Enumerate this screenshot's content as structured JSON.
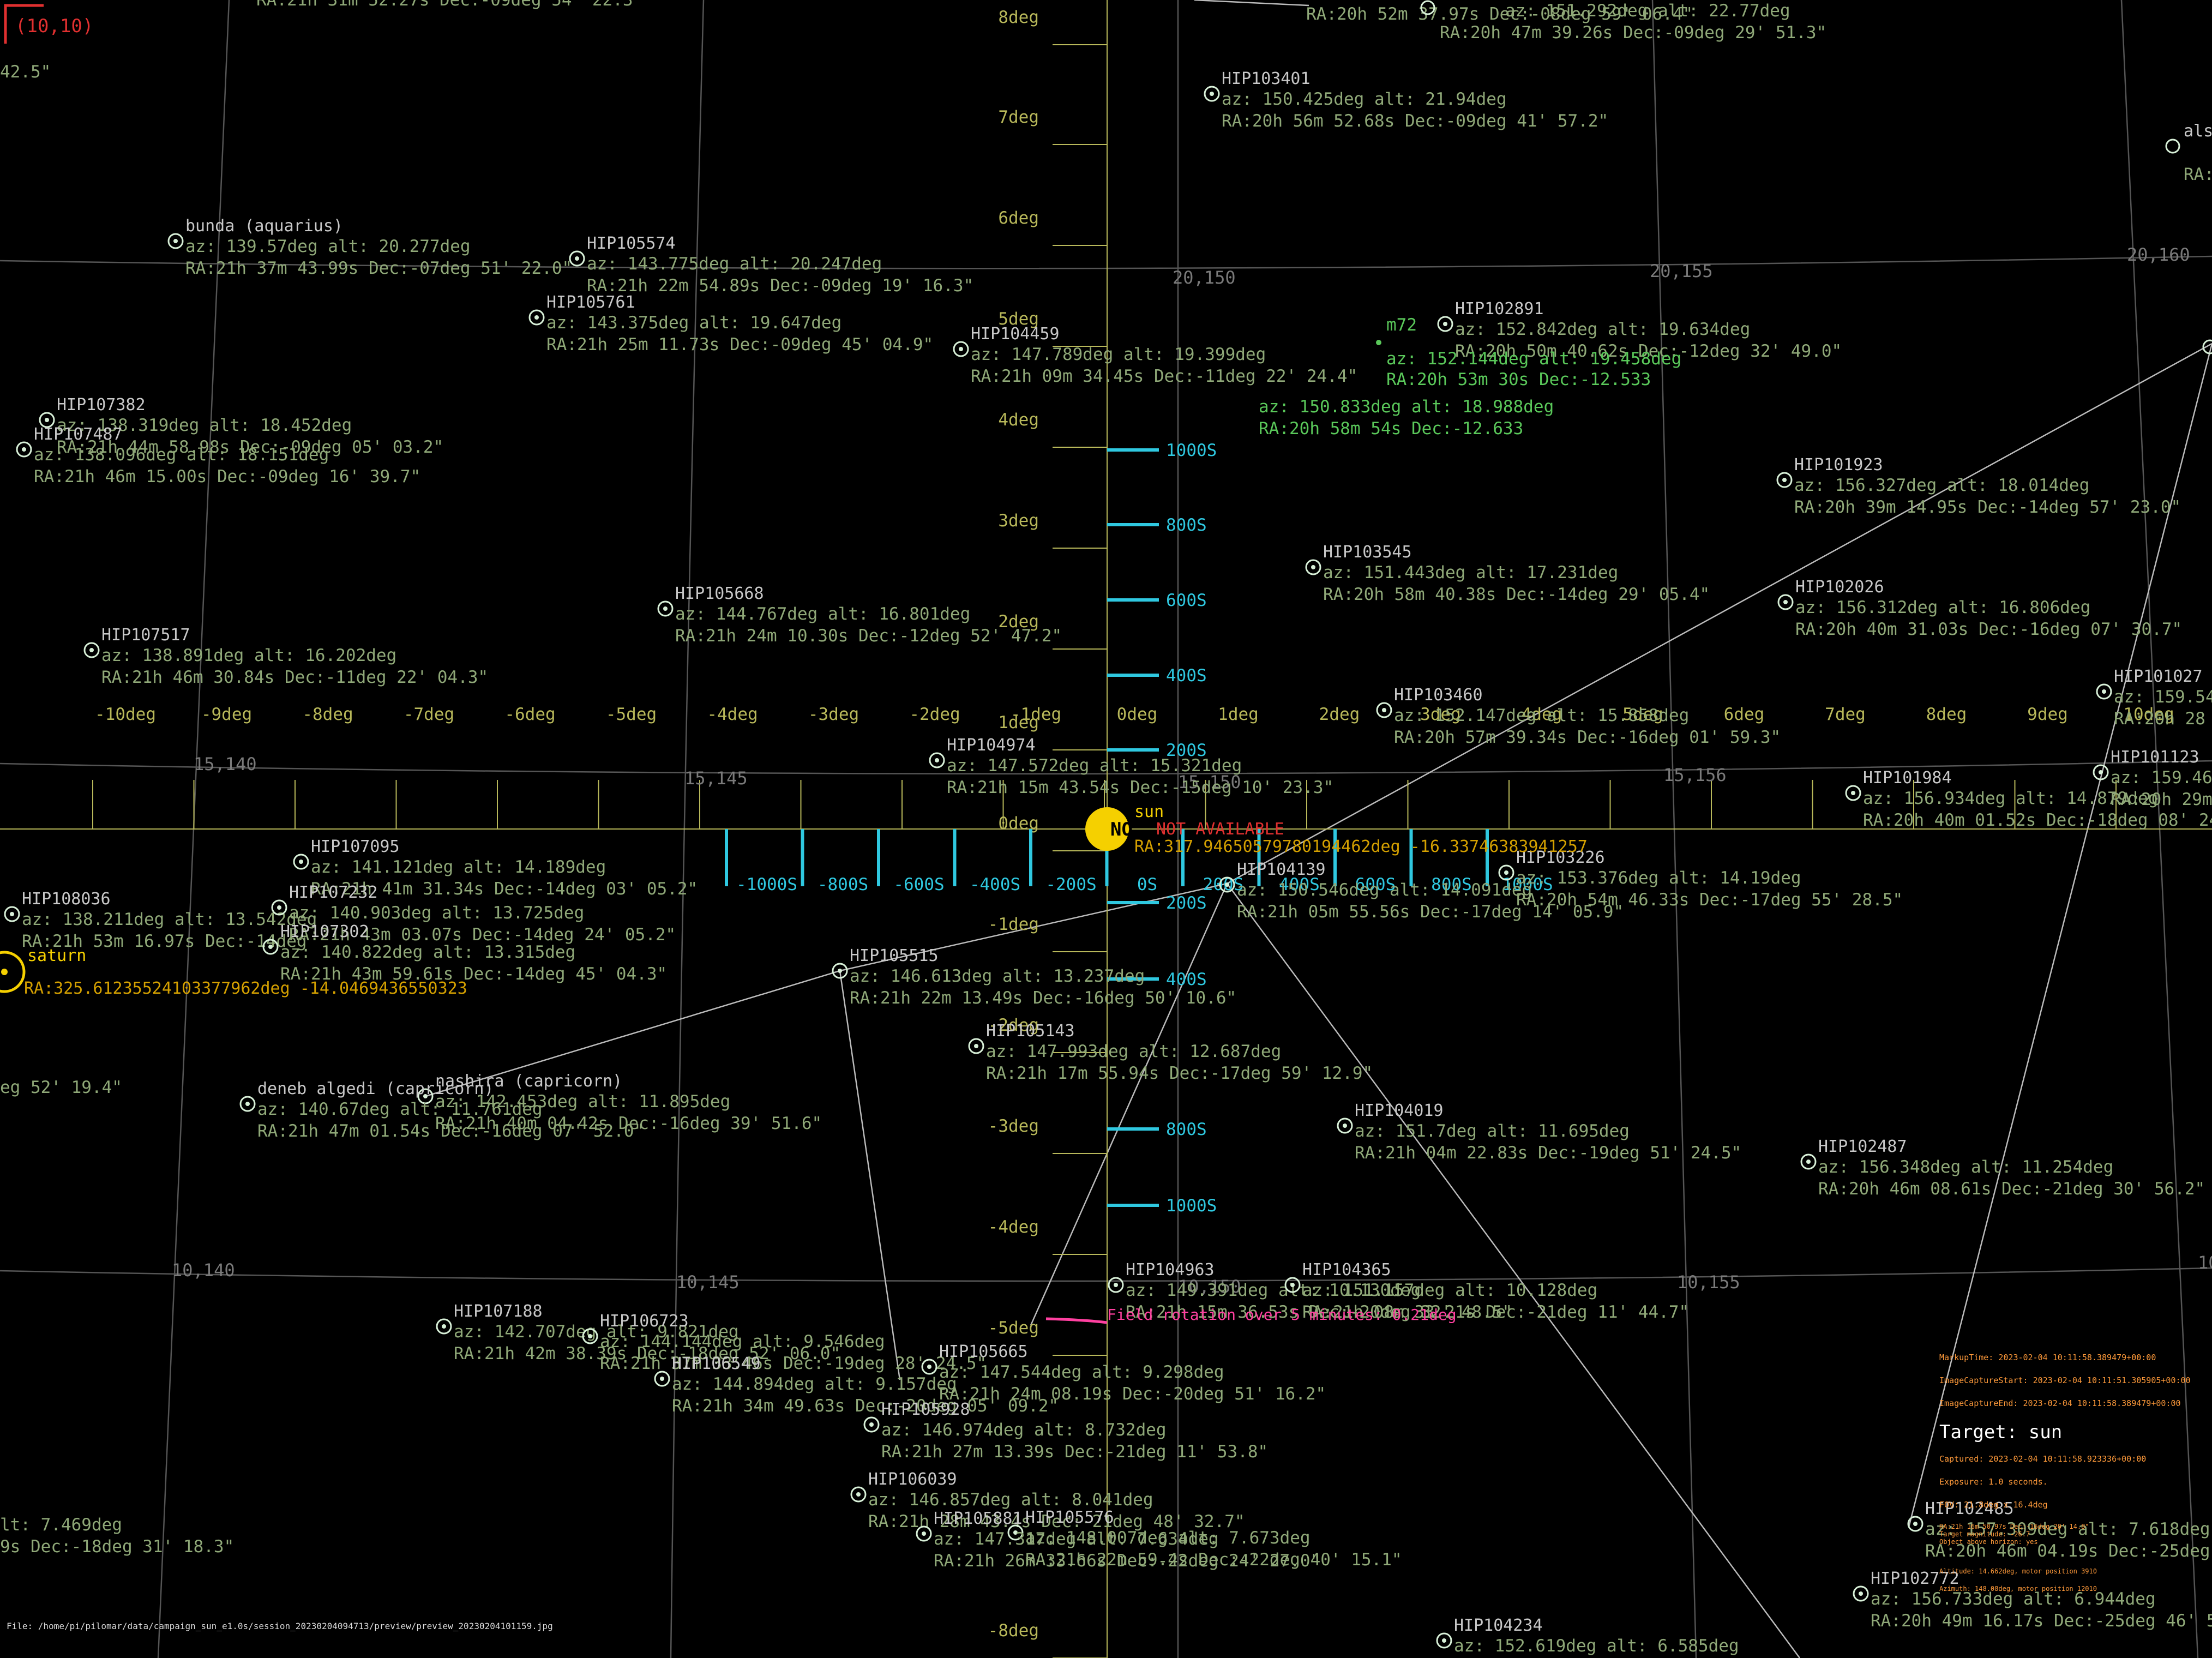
{
  "corner_label": "(10,10)",
  "edge_fragments": {
    "top_left_seconds": "42.5\"",
    "left_dec": "eg 52' 19.4\"",
    "left_alt": "lt: 7.469deg",
    "left_ra": "9s Dec:-18deg 31' 18.3\"",
    "top_right": "alsh",
    "top_right_ra": "RA:"
  },
  "grid_labels": [
    "20,150",
    "20,155",
    "20,160",
    "15,140",
    "15,145",
    "15,150",
    "15,156",
    "10,140",
    "10,145",
    "10,150",
    "10,155",
    "10,1"
  ],
  "horizontal_scale": [
    "-10deg",
    "-9deg",
    "-8deg",
    "-7deg",
    "-6deg",
    "-5deg",
    "-4deg",
    "-3deg",
    "-2deg",
    "-1deg",
    "0deg",
    "1deg",
    "2deg",
    "3deg",
    "4deg",
    "5deg",
    "6deg",
    "7deg",
    "8deg",
    "9deg",
    "10deg"
  ],
  "vertical_scale": [
    "8deg",
    "7deg",
    "6deg",
    "5deg",
    "4deg",
    "3deg",
    "2deg",
    "1deg",
    "0deg",
    "-1deg",
    "-2deg",
    "-3deg",
    "-4deg",
    "-5deg",
    "-8deg"
  ],
  "motor_steps_vertical": [
    "1000S",
    "800S",
    "600S",
    "400S",
    "200S",
    "200S",
    "400S",
    "800S",
    "1000S"
  ],
  "motor_steps_horizontal": [
    "-1000S",
    "-800S",
    "-600S",
    "-400S",
    "-200S",
    "0S",
    "200S",
    "400S",
    "600S",
    "800S",
    "1000S"
  ],
  "target_marker": {
    "name": "sun",
    "status": "NOT AVAILABLE",
    "coords_line": "RA:317.94650579780194462deg -16.33746383941257"
  },
  "saturn": {
    "name": "saturn",
    "coords_line": "RA:325.61235524103377962deg -14.0469436550323"
  },
  "field_rotation": "Field rotation over 5 minutes: 0.21deg",
  "objects": [
    {
      "name": "HIP103401",
      "az": "az: 150.425deg alt: 21.94deg",
      "ra": "RA:20h 56m 52.68s Dec:-09deg 41' 57.2\""
    },
    {
      "name": "bunda (aquarius)",
      "az": "az: 139.57deg alt: 20.277deg",
      "ra": "RA:21h 37m 43.99s Dec:-07deg 51' 22.0\""
    },
    {
      "name": "HIP105574",
      "az": "az: 143.775deg alt: 20.247deg",
      "ra": "RA:21h 22m 54.89s Dec:-09deg 19' 16.3\""
    },
    {
      "name": "HIP105761",
      "az": "az: 143.375deg alt: 19.647deg",
      "ra": "RA:21h 25m 11.73s Dec:-09deg 45' 04.9\""
    },
    {
      "name": "HIP104459",
      "az": "az: 147.789deg alt: 19.399deg",
      "ra": "RA:21h 09m 34.45s Dec:-11deg 22' 24.4\""
    },
    {
      "name": "HIP102891",
      "az": "az: 152.842deg alt: 19.634deg",
      "ra": "RA:20h 50m 40.62s Dec:-12deg 32' 49.0\""
    },
    {
      "name": "HIP107382",
      "az": "az: 138.319deg alt: 18.452deg",
      "ra": "RA:21h 44m 58.98s Dec:-09deg 05' 03.2\""
    },
    {
      "name": "HIP107487",
      "az": "az: 138.096deg alt: 18.151deg",
      "ra": "RA:21h 46m 15.00s Dec:-09deg 16' 39.7\""
    },
    {
      "name": "HIP101923",
      "az": "az: 156.327deg alt: 18.014deg",
      "ra": "RA:20h 39m 14.95s Dec:-14deg 57' 23.0\""
    },
    {
      "name": "HIP103545",
      "az": "az: 151.443deg alt: 17.231deg",
      "ra": "RA:20h 58m 40.38s Dec:-14deg 29' 05.4\""
    },
    {
      "name": "HIP105668",
      "az": "az: 144.767deg alt: 16.801deg",
      "ra": "RA:21h 24m 10.30s Dec:-12deg 52' 47.2\""
    },
    {
      "name": "HIP102026",
      "az": "az: 156.312deg alt: 16.806deg",
      "ra": "RA:20h 40m 31.03s Dec:-16deg 07' 30.7\""
    },
    {
      "name": "HIP107517",
      "az": "az: 138.891deg alt: 16.202deg",
      "ra": "RA:21h 46m 30.84s Dec:-11deg 22' 04.3\""
    },
    {
      "name": "HIP103460",
      "az": "az: 152.147deg alt: 15.858deg",
      "ra": "RA:20h 57m 39.34s Dec:-16deg 01' 59.3\""
    },
    {
      "name": "HIP104974",
      "az": "az: 147.572deg alt: 15.321deg",
      "ra": "RA:21h 15m 43.54s Dec:-15deg 10' 23.3\""
    },
    {
      "name": "HIP101984",
      "az": "az: 156.934deg alt: 14.879deg",
      "ra": "RA:20h 40m 01.52s Dec:-18deg 08' 24"
    },
    {
      "name": "HIP107095",
      "az": "az: 141.121deg alt: 14.189deg",
      "ra": "RA:21h 41m 31.34s Dec:-14deg 03' 05.2\""
    },
    {
      "name": "HIP104139",
      "az": "az: 150.546deg alt: 14.091deg",
      "ra": "RA:21h 05m 55.56s Dec:-17deg 14' 05.9\""
    },
    {
      "name": "HIP103226",
      "az": "az: 153.376deg alt: 14.19deg",
      "ra": "RA:20h 54m 46.33s Dec:-17deg 55' 28.5\""
    },
    {
      "name": "HIP108036",
      "az": "az: 138.211deg alt: 13.542deg",
      "ra": "RA:21h 53m 16.97s Dec:-14deg"
    },
    {
      "name": "HIP107232",
      "az": "az: 140.903deg alt: 13.725deg",
      "ra": "RA:21h 43m 03.07s Dec:-14deg 24' 05.2\""
    },
    {
      "name": "HIP107302",
      "az": "az: 140.822deg alt: 13.315deg",
      "ra": "RA:21h 43m 59.61s Dec:-14deg 45' 04.3\""
    },
    {
      "name": "HIP105515",
      "az": "az: 146.613deg alt: 13.237deg",
      "ra": "RA:21h 22m 13.49s Dec:-16deg 50' 10.6\""
    },
    {
      "name": "HIP105143",
      "az": "az: 147.993deg alt: 12.687deg",
      "ra": "RA:21h 17m 55.94s Dec:-17deg 59' 12.9\""
    },
    {
      "name": "nashira (capricorn)",
      "az": "az: 142.453deg alt: 11.895deg",
      "ra": "RA:21h 40m 04.42s Dec:-16deg 39' 51.6\""
    },
    {
      "name": "deneb algedi (capricorn)",
      "az": "az: 140.67deg alt: 11.761deg",
      "ra": "RA:21h 47m 01.54s Dec:-16deg 07' 52.0\""
    },
    {
      "name": "HIP104019",
      "az": "az: 151.7deg alt: 11.695deg",
      "ra": "RA:21h 04m 22.83s Dec:-19deg 51' 24.5\""
    },
    {
      "name": "HIP102487",
      "az": "az: 156.348deg alt: 11.254deg",
      "ra": "RA:20h 46m 08.61s Dec:-21deg 30' 56.2\""
    },
    {
      "name": "HIP104963",
      "az": "az: 149.391deg alt: 10.130deg",
      "ra": "RA:21h 15m 36.53s Dec:-20deg 32' 48.5\""
    },
    {
      "name": "HIP104365",
      "az": "az: 151.157deg alt: 10.128deg",
      "ra": "RA:21h 08m 33.21s Dec:-21deg 11' 44.7\""
    },
    {
      "name": "HIP107188",
      "az": "az: 142.707deg alt: 9.821deg",
      "ra": "RA:21h 42m 38.39s Dec:-18deg 52' 06.0\""
    },
    {
      "name": "HIP106723",
      "az": "az: 144.144deg alt: 9.546deg",
      "ra": "RA:21h 37m 33.46s Dec:-19deg 28' 24.5\""
    },
    {
      "name": "HIP105665",
      "az": "az: 147.544deg alt: 9.298deg",
      "ra": "RA:21h 24m 08.19s Dec:-20deg 51' 16.2\""
    },
    {
      "name": "HIP106549",
      "az": "az: 144.894deg alt: 9.157deg",
      "ra": "RA:21h 34m 49.63s Dec:-20deg 05' 09.2\""
    },
    {
      "name": "HIP105928",
      "az": "az: 146.974deg alt: 8.732deg",
      "ra": "RA:21h 27m 13.39s Dec:-21deg 11' 53.8\""
    },
    {
      "name": "HIP106039",
      "az": "az: 146.857deg alt: 8.041deg",
      "ra": "RA:21h 28m 43.4s Dec:-21deg 48' 32.7\""
    },
    {
      "name": "HIP105576",
      "az": "az: 148.007deg alt: 7.673deg",
      "ra": "RA:21h 22m 59.4s Dec:-22deg 40' 15.1\""
    },
    {
      "name": "HIP105881",
      "az": "az: 147.317deg alt: 7.634deg",
      "ra": "RA:21h 26m 33.66s Dec:-22deg 24' 27.0\""
    },
    {
      "name": "HIP102485",
      "az": "az: 157.309deg alt: 7.618deg",
      "ra": "RA:20h 46m 04.19s Dec:-25deg"
    },
    {
      "name": "HIP102772",
      "az": "az: 156.733deg alt: 6.944deg",
      "ra": "RA:20h 49m 16.17s Dec:-25deg 46' 5"
    },
    {
      "name": "HIP104234",
      "az": "az: 152.619deg alt: 6.585deg",
      "ra": ""
    },
    {
      "name": "HIP101027",
      "az": "az: 159.54",
      "ra": "RA:20h 28"
    },
    {
      "name": "HIP101123",
      "az": "az: 159.466",
      "ra": "RA:20h 29m"
    }
  ],
  "top_partial": {
    "line1": "RA:21h 31m 52.27s Dec:-09deg 54' 22.3\"",
    "line2": "RA:20h 52m 37.97s Dec:-08deg 59' 06.4\"",
    "line3": "RA:20h 47m 39.26s Dec:-09deg 29' 51.3\"",
    "line4": "az: 151.292deg alt: 22.77deg"
  },
  "m72": {
    "name": "m72",
    "az1": "az: 152.144deg alt: 19.458deg",
    "ra1": "RA:20h 53m 30s Dec:-12.533",
    "az2": "az: 150.833deg alt: 18.988deg",
    "ra2": "RA:20h 58m 54s Dec:-12.633"
  },
  "hud": {
    "markup": "MarkupTime: 2023-02-04 10:11:58.389479+00:00",
    "start": "ImageCaptureStart: 2023-02-04 10:11:51.305905+00:00",
    "end": "ImageCaptureEnd: 2023-02-04 10:11:58.389479+00:00",
    "target": "Target: sun",
    "captured": "Captured: 2023-02-04 10:11:58.923336+00:00",
    "exposure": "Exposure: 1.0 seconds.",
    "fov": "FOV: 21.8deg x 16.4deg",
    "radec": "RA:21h 16m 50.97s Dec:-16deg 20' 14.8\"",
    "mag": "Target magnitude: -26.7",
    "above": "Object above horizon: yes",
    "altitude": "Altitude: 14.662deg, motor position 3910",
    "azimuth": "Azimuth: 148.08deg, motor position 12010"
  },
  "file_path": "File: /home/pi/pilomar/data/campaign_sun_e1.0s/session_20230204094713/preview/preview_20230204101159.jpg",
  "colors": {
    "background": "#000000",
    "scale_yellow": "#b8b85a",
    "motor_cyan": "#2fc8e0",
    "sun": "#f5d000",
    "alert_red": "#e03030",
    "hud_orange": "#ff9a3a",
    "field_rotation_pink": "#ff40a0"
  }
}
